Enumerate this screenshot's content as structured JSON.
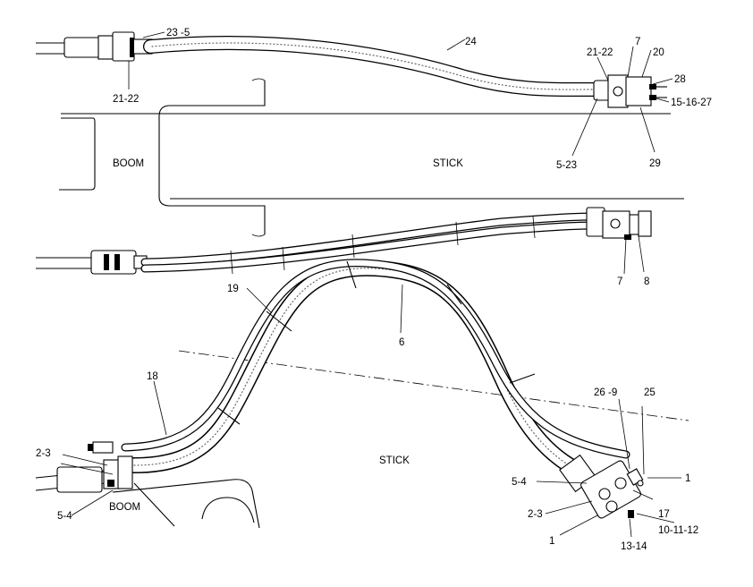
{
  "labels": {
    "boom": "BOOM",
    "stick": "STICK"
  },
  "callouts": {
    "c23_5": "23 -5",
    "c24": "24",
    "c21_22_top_left": "21-22",
    "c21_22_top_right": "21-22",
    "c7_top": "7",
    "c20": "20",
    "c28": "28",
    "c15_16_27": "15-16-27",
    "c5_23": "5-23",
    "c29": "29",
    "c7_mid": "7",
    "c8": "8",
    "c19": "19",
    "c6": "6",
    "c18": "18",
    "c26_9": "26 -9",
    "c25": "25",
    "c1_right": "1",
    "c5_4_right": "5-4",
    "c2_3_right": "2-3",
    "c17": "17",
    "c10_11_12": "10-11-12",
    "c1_bottom": "1",
    "c13_14": "13-14",
    "c2_3_left": "2-3",
    "c5_4_left": "5-4"
  },
  "colors": {
    "ink": "#000000",
    "paper": "#ffffff",
    "stipple": "#666666"
  }
}
